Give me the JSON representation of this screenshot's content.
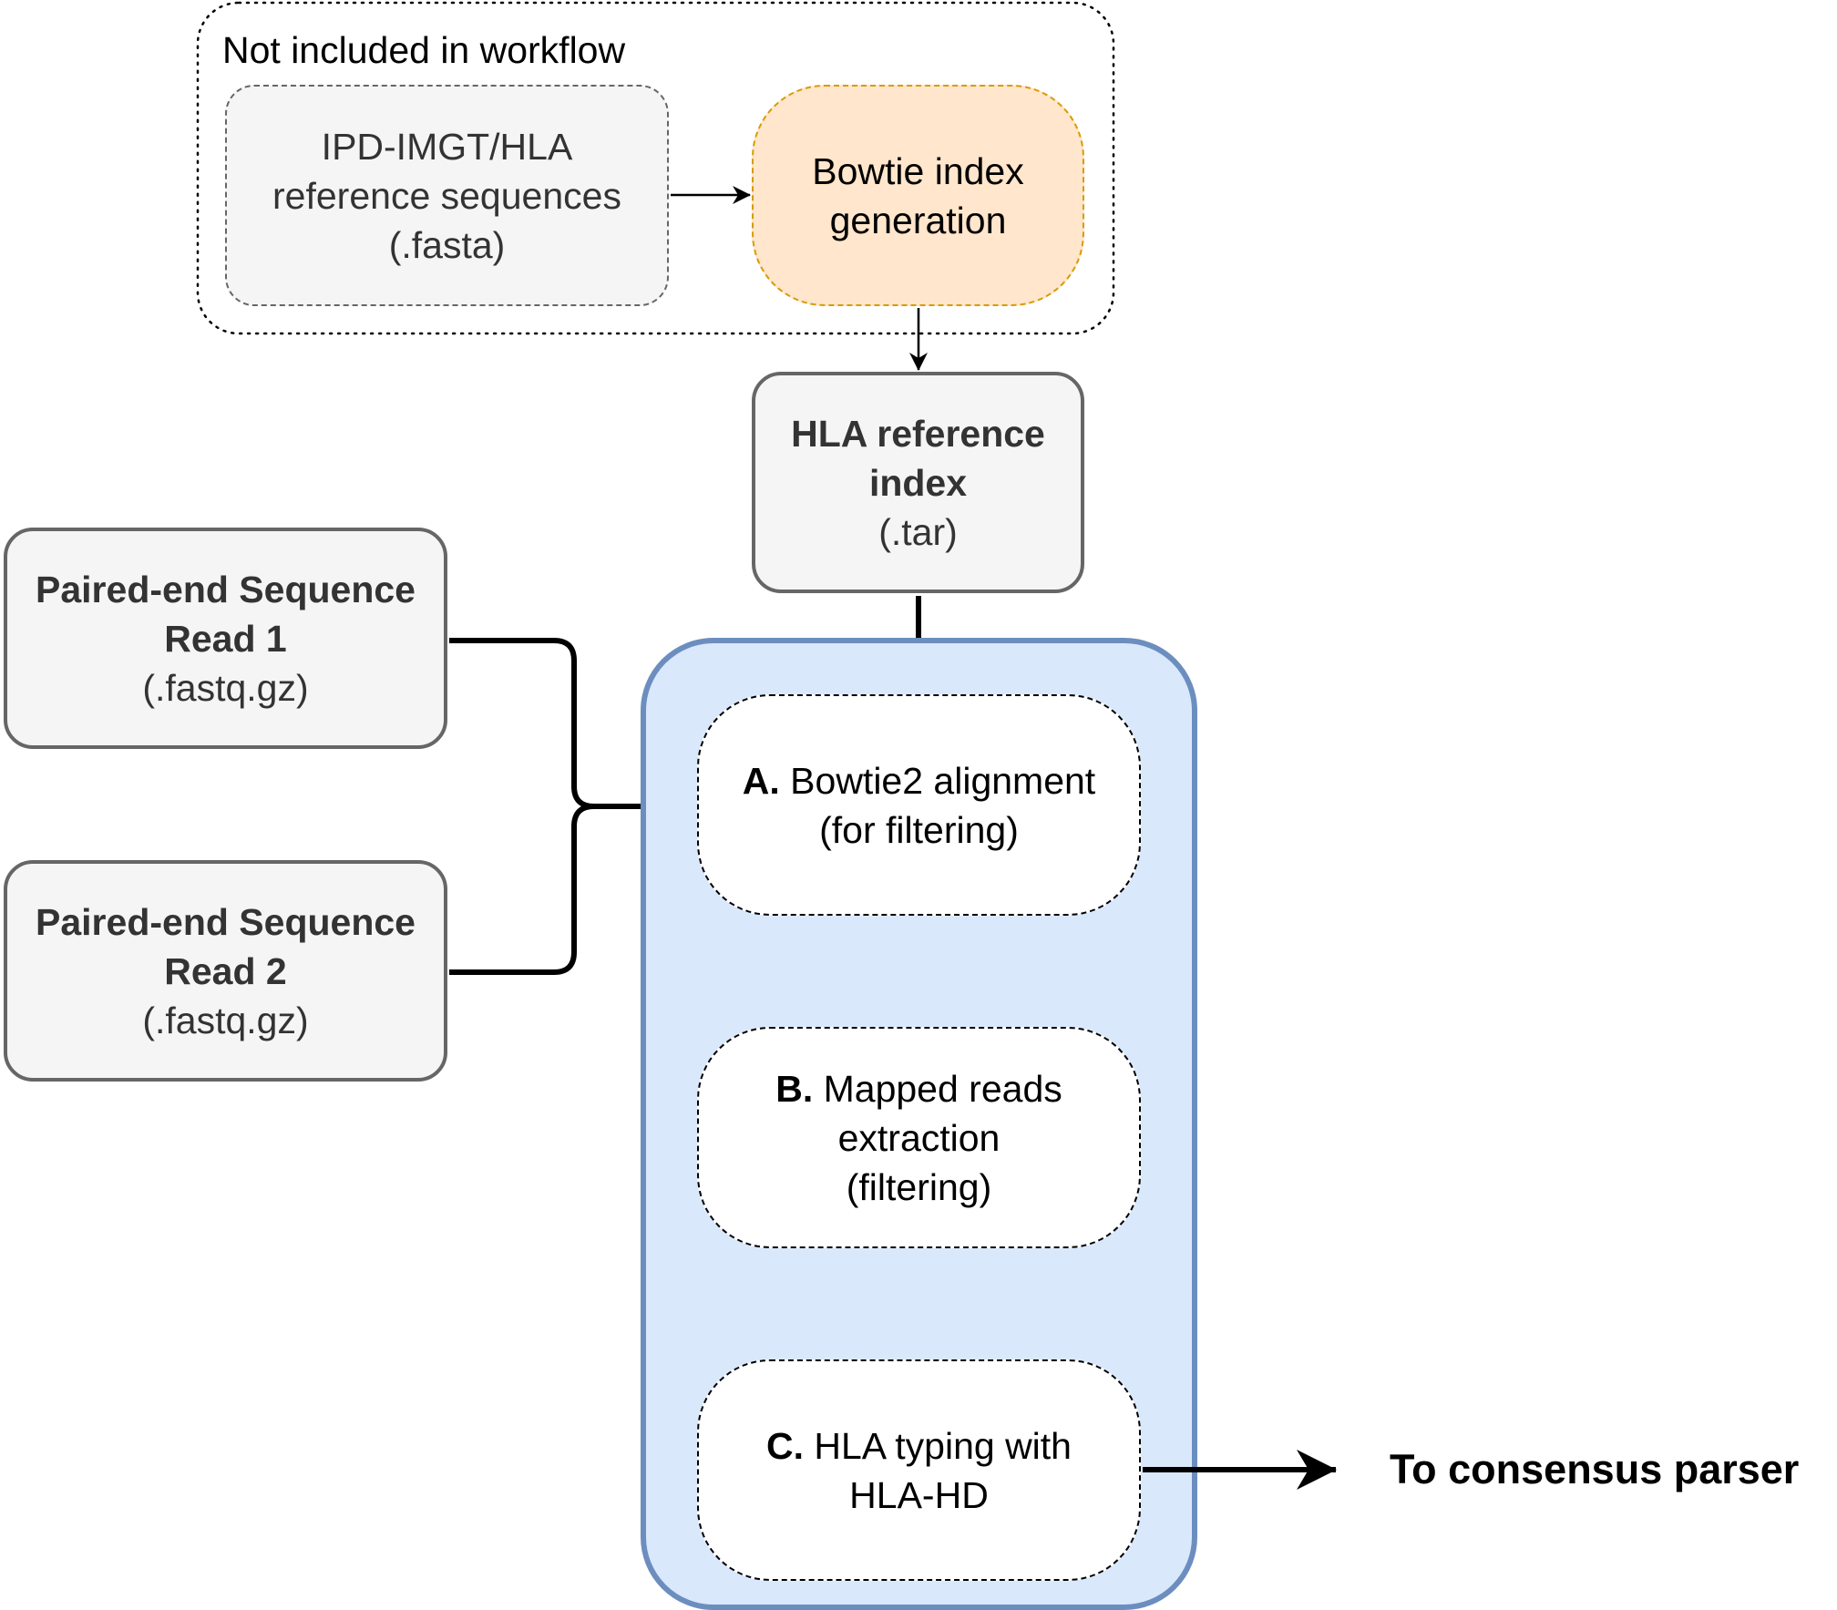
{
  "group": {
    "label": "Not included in workflow"
  },
  "nodes": {
    "ref_sequences": {
      "line1": "IPD-IMGT/HLA",
      "line2": "reference sequences",
      "line3": "(.fasta)"
    },
    "bowtie_index_generation": {
      "line1": "Bowtie index",
      "line2": "generation"
    },
    "hla_reference_index": {
      "line1": "HLA reference",
      "line2": "index",
      "line3": "(.tar)"
    },
    "read1": {
      "line1": "Paired-end Sequence",
      "line2": "Read 1",
      "line3": "(.fastq.gz)"
    },
    "read2": {
      "line1": "Paired-end Sequence",
      "line2": "Read 2",
      "line3": "(.fastq.gz)"
    },
    "step_a": {
      "prefix": "A.",
      "line1": " Bowtie2 alignment",
      "line2": "(for filtering)"
    },
    "step_b": {
      "prefix": "B.",
      "line1": " Mapped reads",
      "line2": "extraction",
      "line3": "(filtering)"
    },
    "step_c": {
      "prefix": "C.",
      "line1": " HLA typing with",
      "line2": "HLA-HD"
    }
  },
  "output": {
    "label": "To consensus parser"
  },
  "colors": {
    "group_border": "#000000",
    "input_fill": "#f5f5f5",
    "input_border": "#666666",
    "bowtie_fill": "#ffe6cc",
    "bowtie_border": "#d79b00",
    "container_fill": "#dae8fc",
    "container_border": "#6c8ebf",
    "step_fill": "#ffffff"
  }
}
